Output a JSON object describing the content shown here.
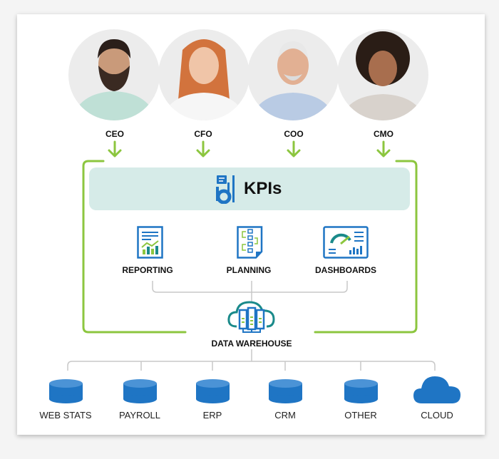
{
  "executives": [
    {
      "role": "CEO"
    },
    {
      "role": "CFO"
    },
    {
      "role": "COO"
    },
    {
      "role": "CMO"
    }
  ],
  "kpi": {
    "title": "KPIs",
    "icon": "kpi-chart-icon"
  },
  "outputs": [
    {
      "label": "REPORTING",
      "icon": "report-icon"
    },
    {
      "label": "PLANNING",
      "icon": "planning-icon"
    },
    {
      "label": "DASHBOARDS",
      "icon": "dashboard-icon"
    }
  ],
  "warehouse": {
    "label": "DATA WAREHOUSE",
    "icon": "cloud-server-icon"
  },
  "sources": [
    {
      "label": "WEB STATS",
      "icon": "database-icon"
    },
    {
      "label": "PAYROLL",
      "icon": "database-icon"
    },
    {
      "label": "ERP",
      "icon": "database-icon"
    },
    {
      "label": "CRM",
      "icon": "database-icon"
    },
    {
      "label": "OTHER",
      "icon": "database-icon"
    },
    {
      "label": "CLOUD",
      "icon": "cloud-icon"
    }
  ],
  "colors": {
    "green": "#8cc63f",
    "blue": "#1f75c4",
    "teal": "#1a8a8a",
    "kpi_bg": "#d6ebe8",
    "line": "#c8c8c8"
  }
}
